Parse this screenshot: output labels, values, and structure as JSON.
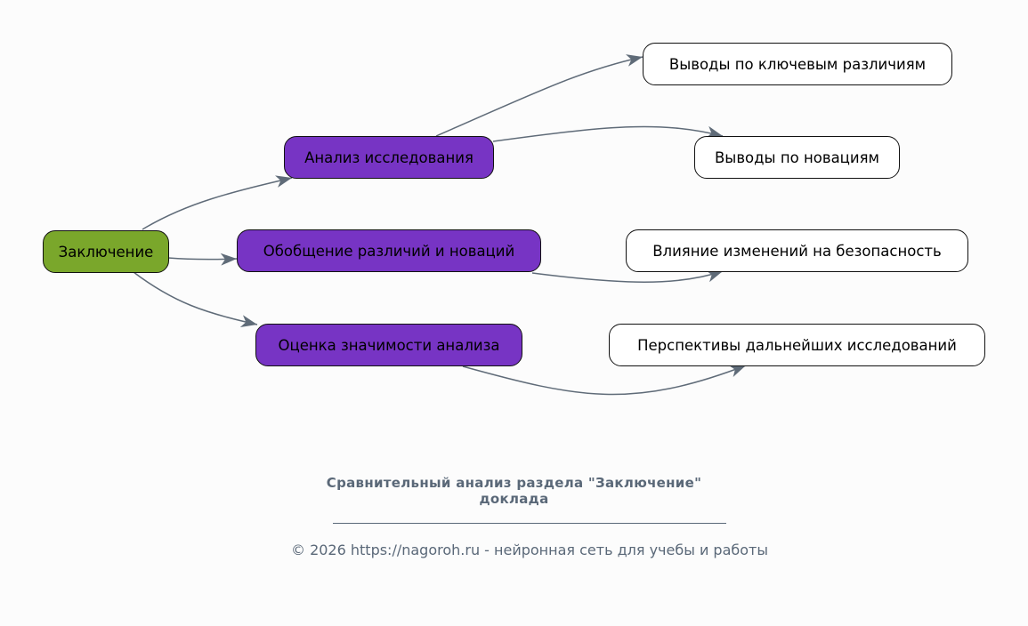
{
  "diagram": {
    "root": {
      "label": "Заключение"
    },
    "branches": [
      {
        "label": "Анализ исследования"
      },
      {
        "label": "Обобщение различий и новаций"
      },
      {
        "label": "Оценка значимости анализа"
      }
    ],
    "leaves": [
      {
        "label": "Выводы по ключевым различиям"
      },
      {
        "label": "Выводы по новациям"
      },
      {
        "label": "Влияние изменений на безопасность"
      },
      {
        "label": "Перспективы дальнейших исследований"
      }
    ],
    "colors": {
      "root": "#7aa72b",
      "branch": "#7734c4",
      "leaf": "#ffffff",
      "edge": "#5f6b78"
    }
  },
  "caption": {
    "title_line1": "Сравнительный анализ раздела \"Заключение\"",
    "title_line2": "доклада",
    "footer": "© 2026 https://nagoroh.ru - нейронная сеть для учебы и работы"
  }
}
